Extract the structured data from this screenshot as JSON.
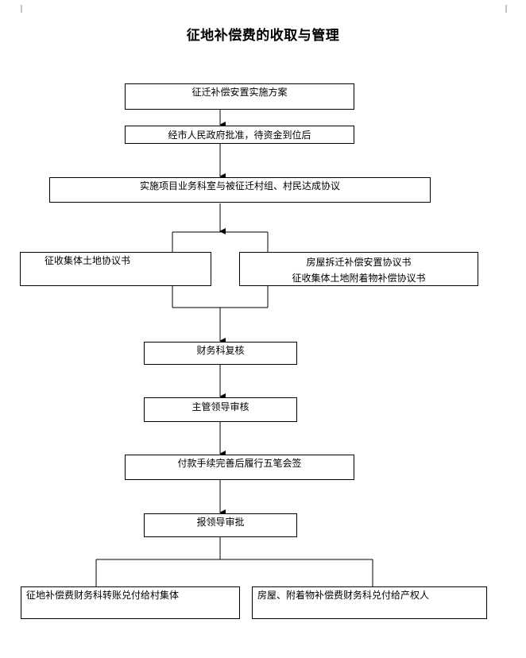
{
  "title": "征地补偿费的收取与管理",
  "steps": {
    "plan": "征迁补偿安置实施方案",
    "approval": "经市人民政府批准，待资金到位后",
    "agreement": "实施项目业务科室与被征迁村组、村民达成协议",
    "left_agreement": "征收集体土地协议书",
    "right_agreement_line1": "房屋拆迁补偿安置协议书",
    "right_agreement_line2": "征收集体土地附着物补偿协议书",
    "finance_review": "财务科复核",
    "leader_review": "主管领导审核",
    "payment": "付款手续完善后履行五笔会签",
    "report": "报领导审批",
    "pay_village": "征地补偿费财务科转账兑付给村集体",
    "pay_owner": "房屋、附着物补偿费财务科兑付给产权人"
  }
}
